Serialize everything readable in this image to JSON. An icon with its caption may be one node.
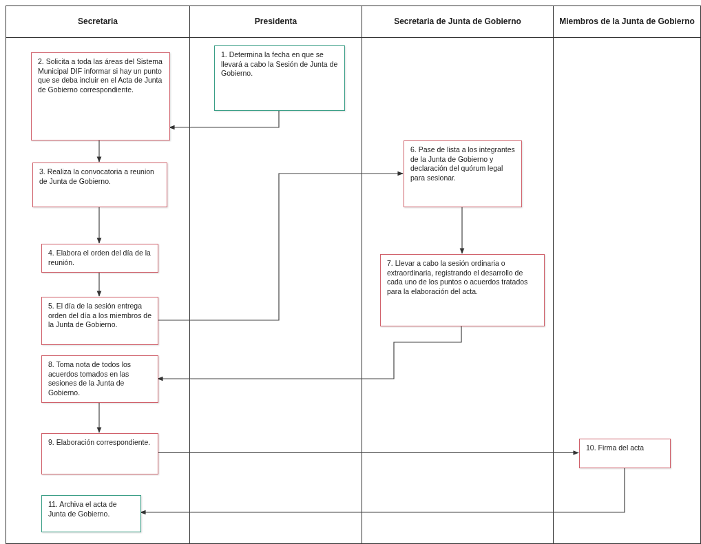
{
  "diagram": {
    "nodes": [
      {
        "text": [
          "Secretaria"
        ]
      },
      {
        "text": [
          "Presidenta"
        ]
      },
      {
        "text": [
          "Secretaria de Junta de Gobierno"
        ]
      },
      {
        "text": [
          "Miembros de la Junta de Gobierno"
        ]
      },
      {
        "text": [
          "1. Determina la fecha en que se llevará a cabo la Sesión de Junta de Gobierno."
        ],
        "in": 1
      },
      {
        "text": [
          "2. Solicita a toda las áreas del Sistema Municipal DIF informar si hay un punto que se deba incluir en el Acta de Junta de Gobierno correspondiente."
        ],
        "in": 0
      },
      {
        "text": [
          "3. Realiza la convocatoria a reunion de Junta de Gobierno."
        ],
        "in": 0
      },
      {
        "text": [
          "4. Elabora el orden del día de la reunión."
        ],
        "in": 0
      },
      {
        "text": [
          "5. El día de la sesión entrega orden del día a los miembros de la Junta de Gobierno."
        ],
        "in": 0
      },
      {
        "text": [
          "6. Pase de lista a los integrantes de la Junta de Gobierno y declaración del quórum legal para sesionar."
        ],
        "in": 2
      },
      {
        "text": [
          "7. Llevar a cabo la sesión ordinaria o extraordinaria, registrando el desarrollo de cada uno de los puntos o acuerdos tratados para la elaboración del acta."
        ],
        "in": 2
      },
      {
        "text": [
          "8. Toma nota de todos los acuerdos tomados en las sesiones de la Junta de Gobierno."
        ],
        "in": 0
      },
      {
        "text": [
          "9.  Elaboración correspondiente."
        ],
        "in": 0
      },
      {
        "text": [
          "10. Firma del acta"
        ],
        "in": 3
      },
      {
        "text": [
          "11. Archiva el acta de Junta de Gobierno."
        ],
        "in": 0
      }
    ],
    "edges": [
      {
        "from": 4,
        "to": 5,
        "arrow": "to"
      },
      {
        "from": 5,
        "to": 6,
        "arrow": "to"
      },
      {
        "from": 6,
        "to": 7,
        "arrow": "to"
      },
      {
        "from": 7,
        "to": 8,
        "arrow": "to"
      },
      {
        "from": 8,
        "to": 9,
        "arrow": "to"
      },
      {
        "from": 9,
        "to": 10,
        "arrow": "to"
      },
      {
        "from": 10,
        "to": 11,
        "arrow": "to"
      },
      {
        "from": 11,
        "to": 12,
        "arrow": "to"
      },
      {
        "from": 12,
        "to": 13,
        "arrow": "to"
      },
      {
        "from": 13,
        "to": 14,
        "arrow": "to"
      }
    ]
  }
}
